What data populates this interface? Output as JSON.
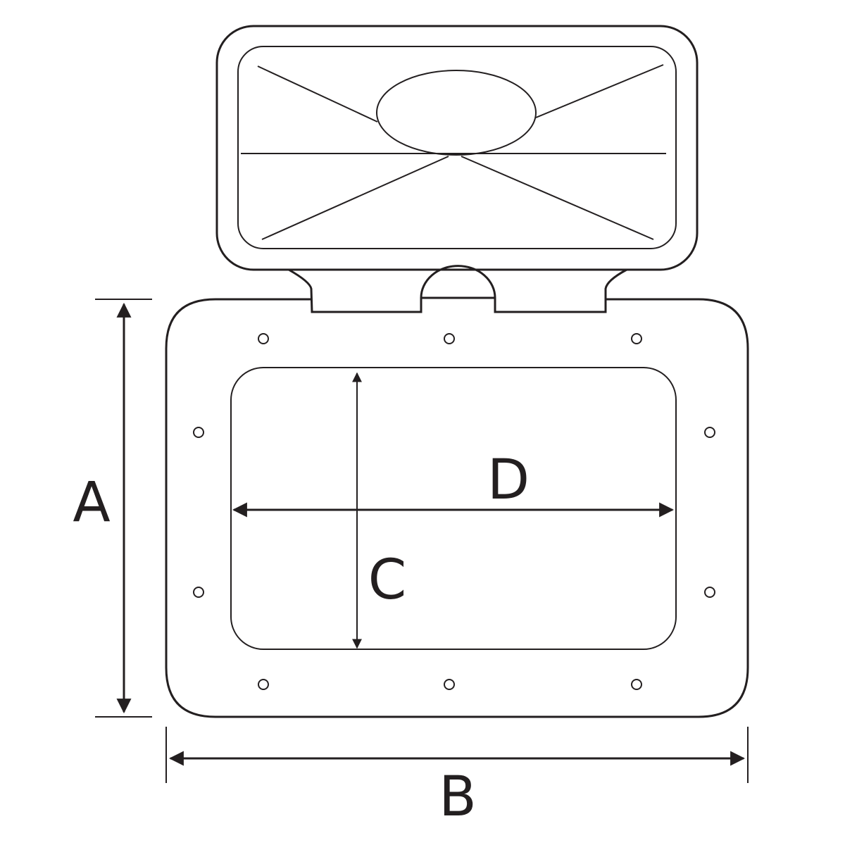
{
  "labels": {
    "a": "A",
    "b": "B",
    "c": "C",
    "d": "D"
  },
  "colors": {
    "stroke": "#231f20",
    "background": "#ffffff"
  }
}
